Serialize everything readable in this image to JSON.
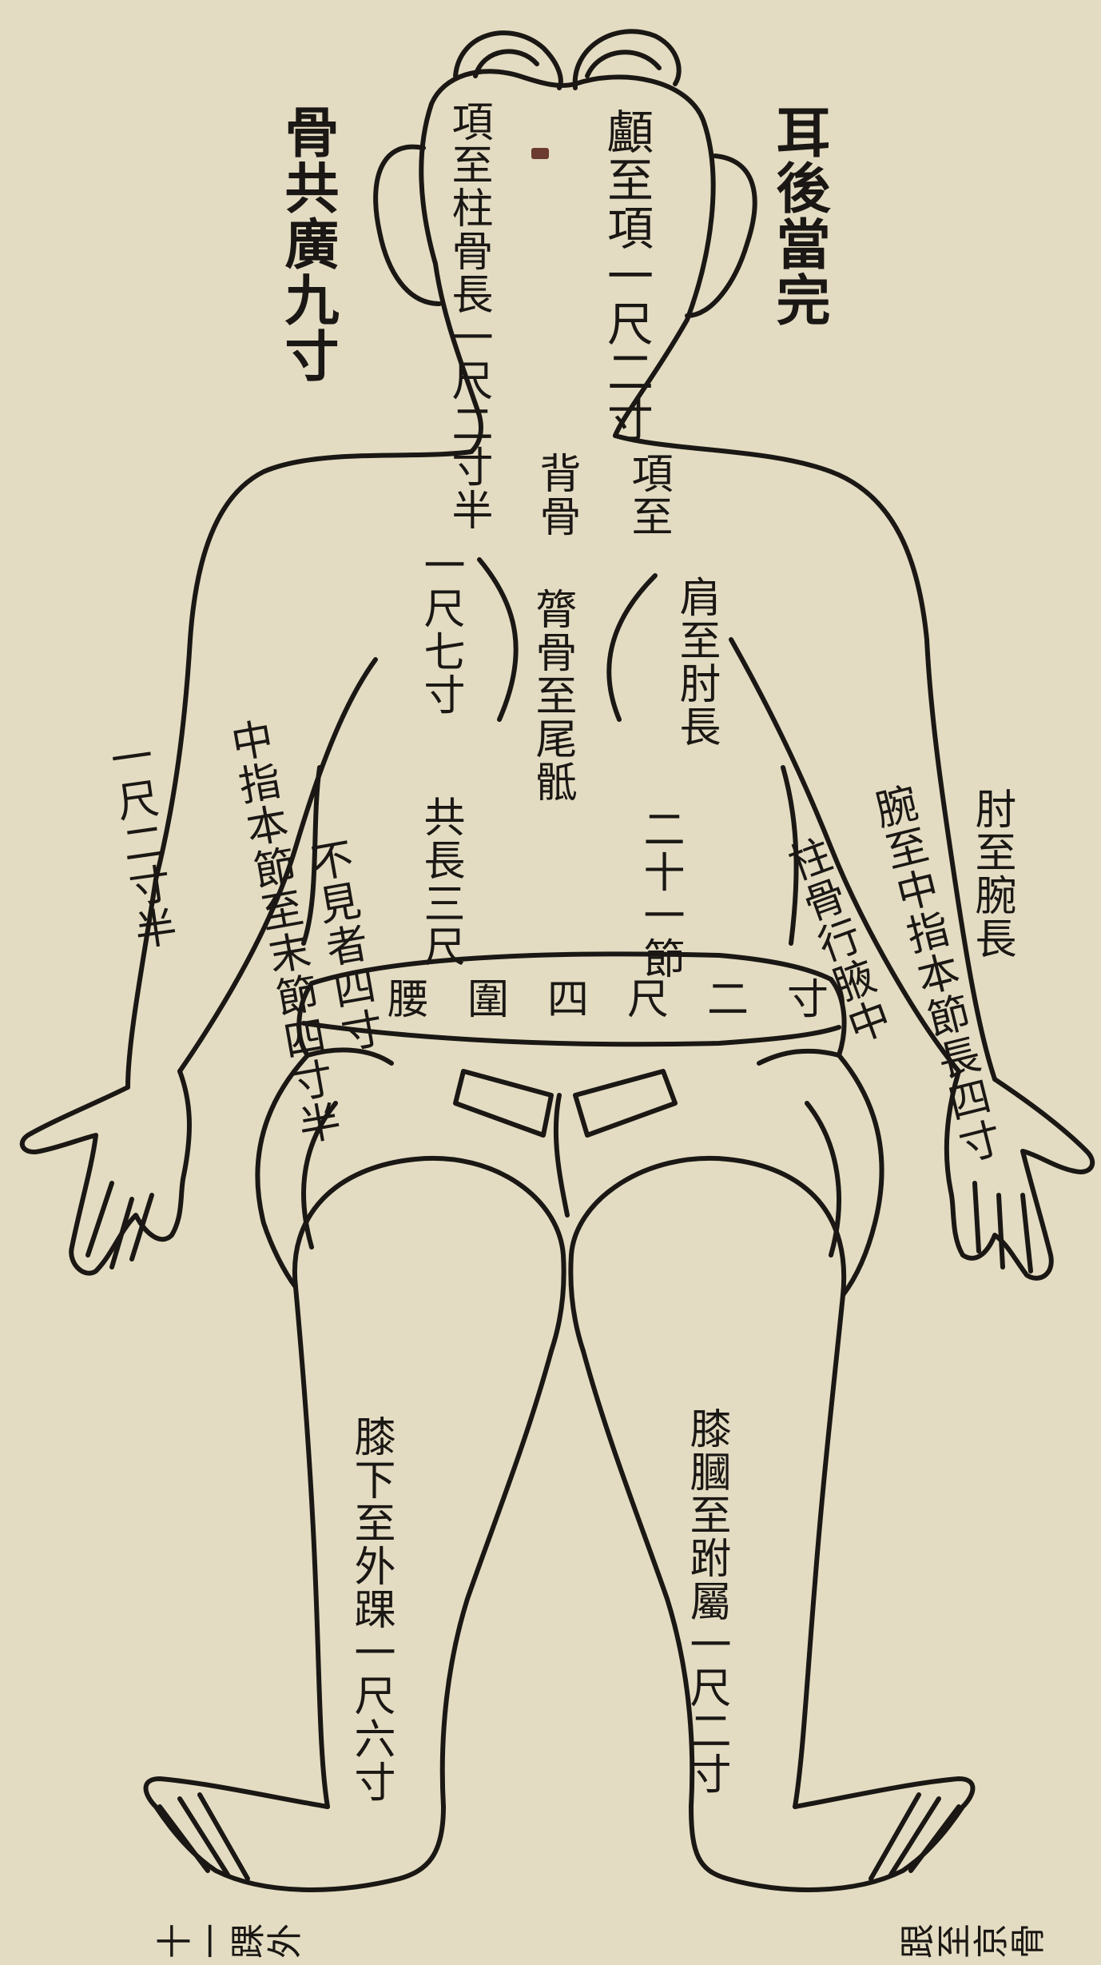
{
  "palette": {
    "paper": "#e3dcc2",
    "ink": "#1a1714",
    "stain": "#6b3a30"
  },
  "labels": {
    "ear_back": "耳後當完",
    "bone_width": "骨共廣九寸",
    "nape_to_spine": "項至柱骨長一尺二寸半",
    "skull_to_nape": "顱至項一尺二寸",
    "nape_to": "項至",
    "back_bone": "背骨",
    "spine_to_coccyx": "膂骨至尾骶",
    "one_foot_seven": "一尺七寸",
    "shoulder_to_elbow": "肩至肘長",
    "twenty_one": "二十一節",
    "total_length": "共長三尺",
    "hidden_four": "不見者四寸",
    "middle_finger": "中指本節至末節四寸半",
    "arm_left": "一尺二寸半",
    "elbow_to_wrist": "肘至腕長",
    "wrist_to_finger": "腕至中指本節長四寸",
    "pillar_bone": "柱骨行腋中",
    "waist_circ": "腰圍四尺二寸",
    "knee_down": "膝下至外踝一尺六寸",
    "knee_pit": "膝膕至跗屬一尺二寸",
    "foot_left": "十一踝外",
    "foot_right": "跟至京骨"
  }
}
